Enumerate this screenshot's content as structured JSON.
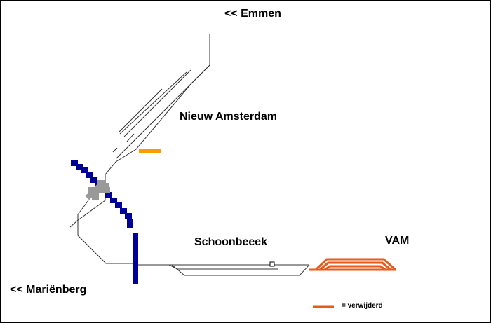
{
  "labels": {
    "emmen": "<< Emmen",
    "nieuw_amsterdam": "Nieuw Amsterdam",
    "schoonbeeek": "Schoonbeeek",
    "vam": "VAM",
    "marienberg": "<< Mariënberg"
  },
  "legend": {
    "text": "= verwijderd",
    "color": "#e85a1a"
  },
  "colors": {
    "track": "#333333",
    "removed": "#e85a1a",
    "highway": "#000099",
    "crossing": "#999999",
    "platform": "#f5a000"
  }
}
